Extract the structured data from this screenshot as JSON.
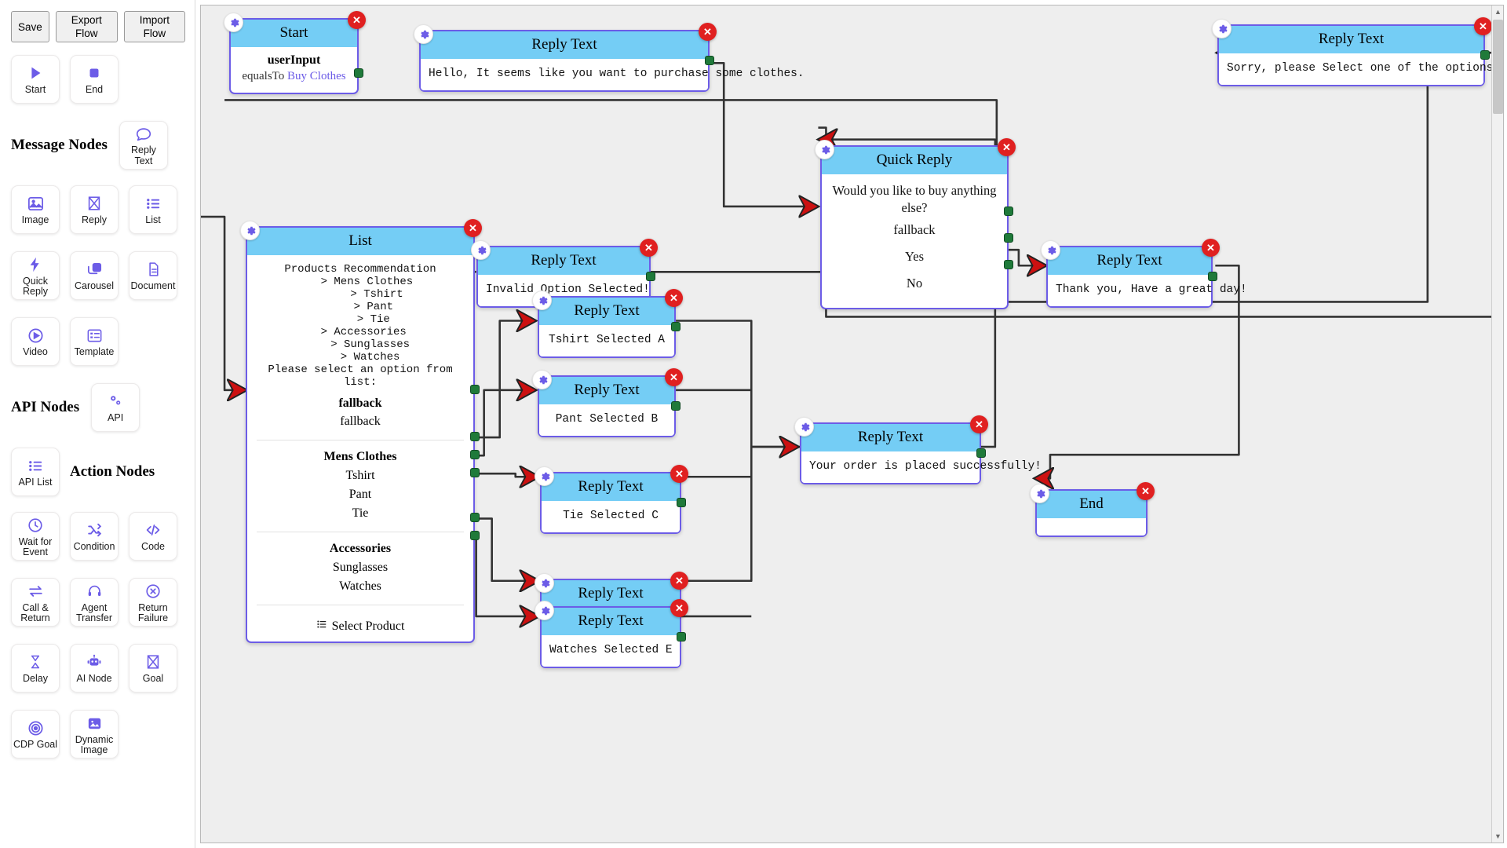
{
  "toolbar": {
    "save_label": "Save",
    "export_label": "Export Flow",
    "import_label": "Import Flow"
  },
  "sidebar": {
    "sections": {
      "message_nodes": "Message Nodes",
      "api_nodes": "API Nodes",
      "action_nodes": "Action Nodes"
    },
    "items": [
      {
        "label": "Start",
        "icon": "play-icon"
      },
      {
        "label": "End",
        "icon": "stop-square-icon"
      },
      {
        "label": "Reply Text",
        "icon": "chat-bubble-icon"
      },
      {
        "label": "Image",
        "icon": "image-icon"
      },
      {
        "label": "Reply",
        "icon": "crossed-box-icon"
      },
      {
        "label": "List",
        "icon": "list-icon"
      },
      {
        "label": "Quick Reply",
        "icon": "lightning-icon"
      },
      {
        "label": "Carousel",
        "icon": "carousel-icon"
      },
      {
        "label": "Document",
        "icon": "document-icon"
      },
      {
        "label": "Video",
        "icon": "video-play-icon"
      },
      {
        "label": "Template",
        "icon": "template-icon"
      },
      {
        "label": "API",
        "icon": "gears-icon"
      },
      {
        "label": "API List",
        "icon": "list-icon"
      },
      {
        "label": "Wait for Event",
        "icon": "clock-icon"
      },
      {
        "label": "Condition",
        "icon": "shuffle-icon"
      },
      {
        "label": "Code",
        "icon": "code-icon"
      },
      {
        "label": "Call & Return",
        "icon": "exchange-arrows-icon"
      },
      {
        "label": "Agent Transfer",
        "icon": "headset-icon"
      },
      {
        "label": "Return Failure",
        "icon": "x-circle-icon"
      },
      {
        "label": "Delay",
        "icon": "hourglass-icon"
      },
      {
        "label": "AI Node",
        "icon": "robot-icon"
      },
      {
        "label": "Goal",
        "icon": "crossed-box-icon"
      },
      {
        "label": "CDP Goal",
        "icon": "target-icon"
      },
      {
        "label": "Dynamic Image",
        "icon": "image-icon"
      }
    ]
  },
  "colors": {
    "accent": "#6c5ce7",
    "node_header": "#74cdf5",
    "close_badge": "#e02020",
    "handle": "#1f7a3a",
    "canvas_bg": "#eeeeee"
  },
  "flow": {
    "nodes": {
      "start": {
        "title": "Start",
        "key": "userInput",
        "operator": "equalsTo",
        "value": "Buy Clothes"
      },
      "greeting": {
        "title": "Reply Text",
        "text": "Hello, It seems like you want to purchase some clothes."
      },
      "sorry": {
        "title": "Reply Text",
        "text": "Sorry, please Select one of the options."
      },
      "quick_reply": {
        "title": "Quick Reply",
        "prompt": "Would you like to buy anything else?",
        "options": [
          "fallback",
          "Yes",
          "No"
        ]
      },
      "thank_you": {
        "title": "Reply Text",
        "text": "Thank you, Have a great day!"
      },
      "list": {
        "title": "List",
        "lines": [
          "Products Recommendation",
          "  > Mens Clothes",
          "     > Tshirt",
          "    > Pant",
          "    > Tie",
          " > Accessories",
          "   > Sunglasses",
          "   > Watches",
          "Please select an option from list:"
        ],
        "fallback_title": "fallback",
        "fallback_value": "fallback",
        "groups": [
          {
            "title": "Mens Clothes",
            "items": [
              "Tshirt",
              "Pant",
              "Tie"
            ]
          },
          {
            "title": "Accessories",
            "items": [
              "Sunglasses",
              "Watches"
            ]
          }
        ],
        "footer": "Select Product"
      },
      "invalid": {
        "title": "Reply Text",
        "text": "Invalid Option Selected!"
      },
      "tshirt": {
        "title": "Reply Text",
        "text": "Tshirt Selected A"
      },
      "pant": {
        "title": "Reply Text",
        "text": "Pant Selected B"
      },
      "tie": {
        "title": "Reply Text",
        "text": "Tie Selected C"
      },
      "sunglasses": {
        "title": "Reply Text",
        "text": ""
      },
      "watches": {
        "title": "Reply Text",
        "text": "Watches Selected E"
      },
      "order": {
        "title": "Reply Text",
        "text": "Your order is placed successfully!"
      },
      "end": {
        "title": "End",
        "text": ""
      }
    }
  }
}
